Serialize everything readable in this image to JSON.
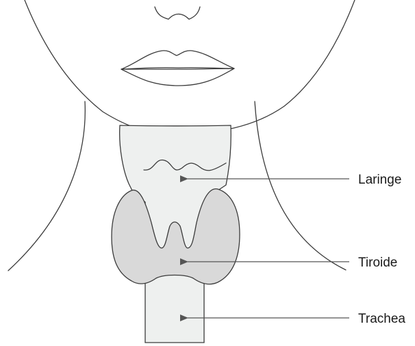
{
  "diagram": {
    "labels": {
      "larynx": "Laringe",
      "thyroid": "Tiroide",
      "trachea": "Trachea"
    },
    "colors": {
      "line": "#3a3a3a",
      "thyroid_fill": "#d9d9d9",
      "airway_fill": "#eef0ef",
      "pointer": "#555555",
      "background": "#ffffff"
    }
  }
}
